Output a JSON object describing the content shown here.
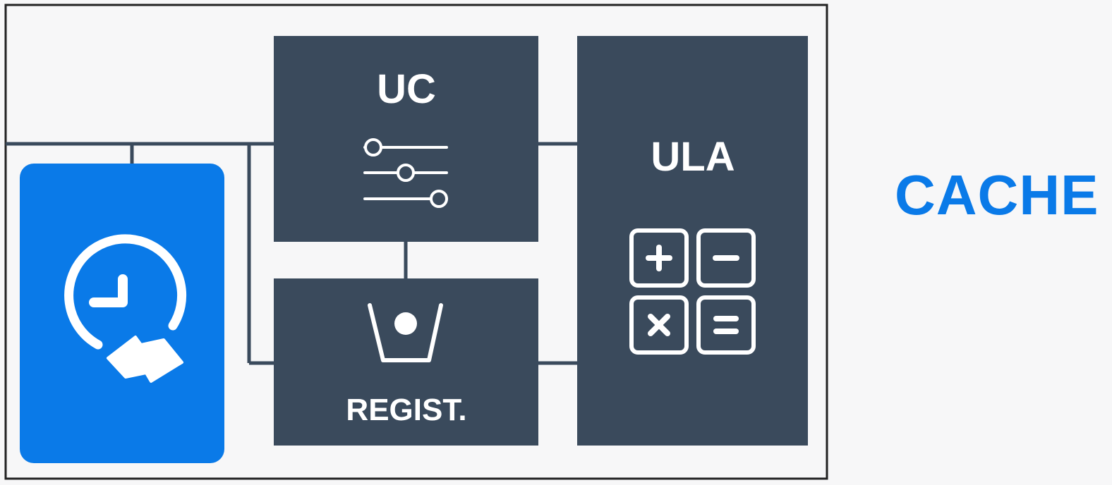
{
  "colors": {
    "background": "#f7f7f8",
    "frame": "#222222",
    "block": "#3a4a5c",
    "accent_blue": "#0a7ae8",
    "icon": "#ffffff"
  },
  "blocks": {
    "clock": {
      "icon": "clock-lightning-icon"
    },
    "uc": {
      "label": "UC",
      "icon": "sliders-icon"
    },
    "registers": {
      "label": "REGIST.",
      "icon": "cup-icon"
    },
    "ula": {
      "label": "ULA",
      "icon": "calculator-icon"
    }
  },
  "cache": {
    "label": "CACHE"
  }
}
